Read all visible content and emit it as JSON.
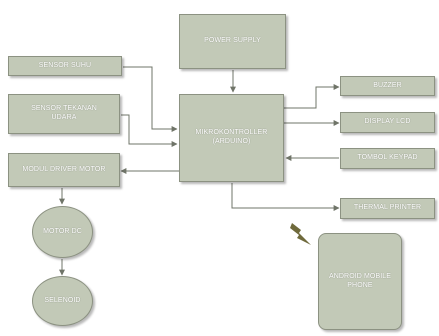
{
  "blocks": {
    "power_supply": "POWER SUPPLY",
    "sensor_suhu": "SENSOR SUHU",
    "sensor_tekanan": "SENSOR TEKANAN\nUDARA",
    "mikrokontroller": "MIKROKONTROLLER\n(ARDUINO)",
    "modul_driver": "MODUL DRIVER MOTOR",
    "buzzer": "BUZZER",
    "display_lcd": "DISPLAY LCD",
    "tombol_keypad": "TOMBOL KEYPAD",
    "thermal_printer": "THERMAL PRINTER",
    "motor_dc": "MOTOR DC",
    "selenoid": "SELENOID",
    "android": "ANDROID MOBILE\nPHONE"
  },
  "colors": {
    "block_fill": "#c2c9b7",
    "block_border": "#8c9282",
    "connector": "#6f7468",
    "wireless_icon": "#6f6a3c"
  }
}
